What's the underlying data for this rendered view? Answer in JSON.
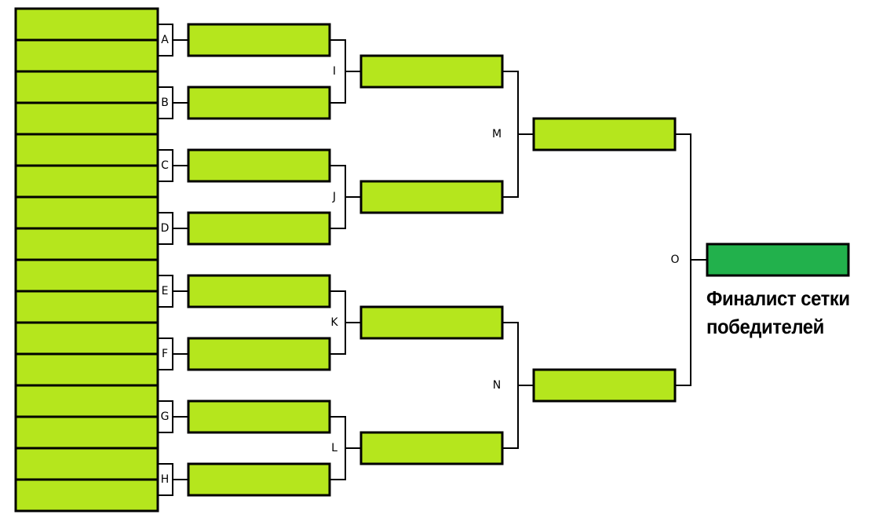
{
  "colors": {
    "slot": "#b5e61d",
    "final": "#22b14c",
    "line": "#000000",
    "background": "#ffffff"
  },
  "bracket": {
    "entrants": 16,
    "matches": [
      {
        "id": "A",
        "label": "A",
        "round": 1
      },
      {
        "id": "B",
        "label": "B",
        "round": 1
      },
      {
        "id": "C",
        "label": "C",
        "round": 1
      },
      {
        "id": "D",
        "label": "D",
        "round": 1
      },
      {
        "id": "E",
        "label": "E",
        "round": 1
      },
      {
        "id": "F",
        "label": "F",
        "round": 1
      },
      {
        "id": "G",
        "label": "G",
        "round": 1
      },
      {
        "id": "H",
        "label": "H",
        "round": 1
      },
      {
        "id": "I",
        "label": "I",
        "round": 2
      },
      {
        "id": "J",
        "label": "J",
        "round": 2
      },
      {
        "id": "K",
        "label": "K",
        "round": 2
      },
      {
        "id": "L",
        "label": "L",
        "round": 2
      },
      {
        "id": "M",
        "label": "M",
        "round": 3
      },
      {
        "id": "N",
        "label": "N",
        "round": 3
      },
      {
        "id": "O",
        "label": "O",
        "round": 4
      }
    ],
    "final_caption": "Финалист сетки победителей"
  }
}
